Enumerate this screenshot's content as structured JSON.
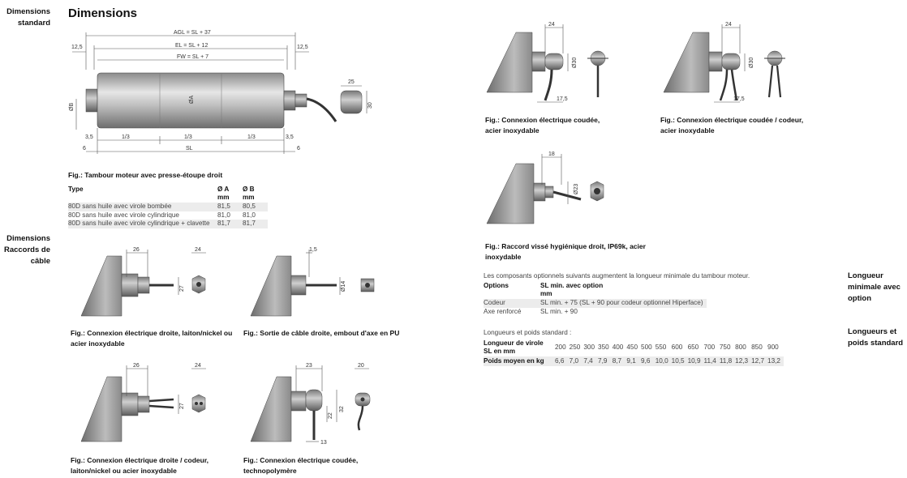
{
  "sidebar": {
    "section1": "Dimensions\nstandard",
    "section2": "Dimensions\nRaccords de\ncâble",
    "right1": "Longueur\nminimale avec\noption",
    "right2": "Longueurs et\npoids standard"
  },
  "heading": "Dimensions",
  "main_drawing": {
    "agl": "AGL = SL + 37",
    "el": "EL = SL + 12",
    "fw": "FW = SL + 7",
    "d125": "12,5",
    "d35": "3,5",
    "third": "1/3",
    "sl": "SL",
    "d6": "6",
    "oa": "ØA",
    "ob": "ØB",
    "d25": "25",
    "d30": "30"
  },
  "fig_main_caption": "Fig.: Tambour moteur avec presse-étoupe droit",
  "type_table": {
    "headers": [
      "Type",
      "Ø A\nmm",
      "Ø B\nmm"
    ],
    "rows": [
      [
        "80D sans huile avec virole bombée",
        "81,5",
        "80,5"
      ],
      [
        "80D sans huile avec virole cylindrique",
        "81,0",
        "81,0"
      ],
      [
        "80D sans huile avec virole cylindrique + clavette",
        "81,7",
        "81,7"
      ]
    ]
  },
  "figures": {
    "f1": {
      "caption": "Fig.: Connexion électrique droite, laiton/nickel ou\nacier inoxydable",
      "dims": [
        "26",
        "24",
        "27"
      ]
    },
    "f2": {
      "caption": "Fig.: Sortie de câble droite, embout d'axe en PU",
      "dims": [
        "1,5",
        "Ø14"
      ]
    },
    "f3": {
      "caption": "Fig.: Connexion électrique droite / codeur,\nlaiton/nickel ou acier inoxydable",
      "dims": [
        "26",
        "24",
        "27"
      ]
    },
    "f4": {
      "caption": "Fig.: Connexion électrique coudée,\ntechnopolymère",
      "dims": [
        "23",
        "20",
        "32",
        "22",
        "13"
      ]
    },
    "f5": {
      "caption": "Fig.: Connexion électrique coudée,\nacier inoxydable",
      "dims": [
        "24",
        "Ø30",
        "17,5"
      ]
    },
    "f6": {
      "caption": "Fig.: Connexion électrique coudée / codeur,\nacier inoxydable",
      "dims": [
        "24",
        "Ø30",
        "17,5"
      ]
    },
    "f7": {
      "caption": "Fig.: Raccord vissé hygiénique droit, IP69k, acier\ninoxydable",
      "dims": [
        "18",
        "Ø23"
      ]
    }
  },
  "options": {
    "intro": "Les composants optionnels suivants augmentent la longueur minimale du tambour moteur.",
    "headers": [
      "Options",
      "SL min. avec option\nmm"
    ],
    "rows": [
      [
        "Codeur",
        "SL min. + 75 (SL + 90 pour codeur optionnel Hiperface)"
      ],
      [
        "Axe renforcé",
        "SL min. + 90"
      ]
    ]
  },
  "standard": {
    "intro": "Longueurs et poids standard :",
    "row1_label": "Longueur de virole\nSL en mm",
    "row2_label": "Poids moyen en kg",
    "lengths": [
      "200",
      "250",
      "300",
      "350",
      "400",
      "450",
      "500",
      "550",
      "600",
      "650",
      "700",
      "750",
      "800",
      "850",
      "900"
    ],
    "weights": [
      "6,6",
      "7,0",
      "7,4",
      "7,9",
      "8,7",
      "9,1",
      "9,6",
      "10,0",
      "10,5",
      "10,9",
      "11,4",
      "11,8",
      "12,3",
      "12,7",
      "13,2"
    ]
  }
}
